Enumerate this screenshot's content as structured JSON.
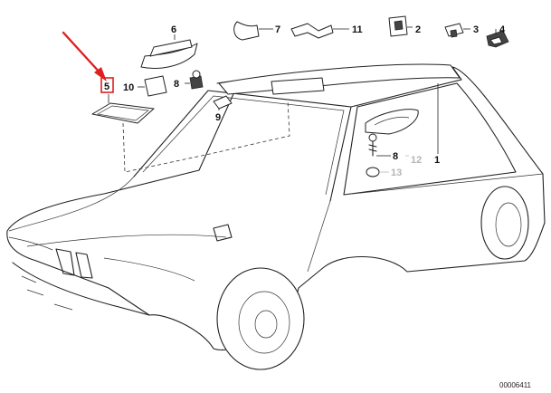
{
  "diagram": {
    "callouts": {
      "c1": "1",
      "c2": "2",
      "c3": "3",
      "c4": "4",
      "c5": "5",
      "c6": "6",
      "c7": "7",
      "c8a": "8",
      "c8b": "8",
      "c9": "9",
      "c10": "10",
      "c11": "11",
      "c12": "12",
      "c13": "13"
    },
    "reference_code": "00006411",
    "colors": {
      "highlight": "#e02020",
      "line": "#222222",
      "faded": "#b5b5b5"
    }
  }
}
